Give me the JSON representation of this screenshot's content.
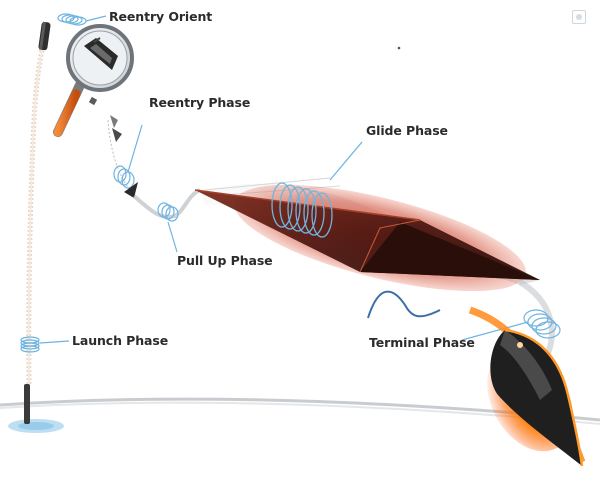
{
  "labels": {
    "reentry_orient": "Reentry Orient",
    "reentry_phase": "Reentry Phase",
    "glide_phase": "Glide Phase",
    "pullup_phase": "Pull  Up Phase",
    "launch_phase": "Launch Phase",
    "terminal_phase": "Terminal Phase"
  },
  "colors": {
    "leader_line": "#6fb4e0",
    "vehicle_body": "#4a1a12",
    "heat_glow": "#e23a12",
    "terminal_plasma": "#ff7a00",
    "magnifier_handle": "#e8661c"
  },
  "icons": [
    "magnifier-icon",
    "launch-pad-icon",
    "reentry-vehicle-icon",
    "glide-vehicle-icon",
    "terminal-warhead-icon"
  ]
}
